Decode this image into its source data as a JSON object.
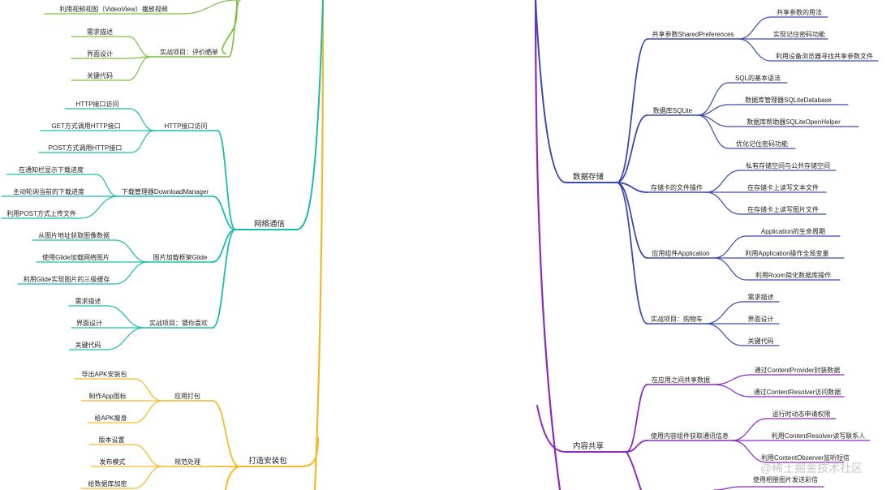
{
  "colors": {
    "network": "#19bdb0",
    "package": "#f6b826",
    "ui_green": "#79c23c",
    "storage": "#3b4ab0",
    "content": "#8a29c4"
  },
  "watermark": "@稀土掘金技术社区",
  "top_green": {
    "item": "利用视频视图（VideoView）播放视频",
    "project": {
      "label": "实战项目：评价晒单",
      "items": [
        "需求描述",
        "界面设计",
        "关键代码"
      ]
    }
  },
  "network": {
    "label": "网络通信",
    "groups": [
      {
        "label": "HTTP接口访问",
        "items": [
          "HTTP接口访问",
          "GET方式调用HTTP接口",
          "POST方式调用HTTP接口"
        ]
      },
      {
        "label": "下载管理器DownloadManager",
        "items": [
          "在通知栏显示下载进度",
          "主动轮询当前的下载进度",
          "利用POST方式上传文件"
        ]
      },
      {
        "label": "图片加载框架Glide",
        "items": [
          "从图片地址获取图像数据",
          "使用Glide加载网络图片",
          "利用Glide实现图片的三级缓存"
        ]
      },
      {
        "label": "实战项目：猜你喜欢",
        "items": [
          "需求描述",
          "界面设计",
          "关键代码"
        ]
      }
    ]
  },
  "package": {
    "label": "打造安装包",
    "groups": [
      {
        "label": "应用打包",
        "items": [
          "导出APK安装包",
          "制作App图标",
          "给APK瘦身"
        ]
      },
      {
        "label": "规范处理",
        "items": [
          "版本设置",
          "发布模式",
          "给数据库加密"
        ]
      }
    ]
  },
  "storage": {
    "label": "数据存储",
    "groups": [
      {
        "label": "共享参数SharedPreferences",
        "items": [
          "共享参数的用法",
          "实现记住密码功能",
          "利用设备浏览器寻找共享参数文件"
        ]
      },
      {
        "label": "数据库SQLite",
        "items": [
          "SQL的基本语法",
          "数据库管理器SQLiteDatabase",
          "数据库帮助器SQLiteOpenHelper",
          "优化记住密码功能"
        ]
      },
      {
        "label": "存储卡的文件操作",
        "items": [
          "私有存储空间与公共存储空间",
          "在存储卡上读写文本文件",
          "在存储卡上读写图片文件"
        ]
      },
      {
        "label": "应用组件Application",
        "items": [
          "Application的生命周期",
          "利用Application操作全局变量",
          "利用Room简化数据库操作"
        ]
      },
      {
        "label": "实战项目：购物车",
        "items": [
          "需求描述",
          "界面设计",
          "关键代码"
        ]
      }
    ]
  },
  "content": {
    "label": "内容共享",
    "groups": [
      {
        "label": "在应用之间共享数据",
        "items": [
          "通过ContentProvider封装数据",
          "通过ContentResolver访问数据"
        ]
      },
      {
        "label": "使用内容组件获取通讯信息",
        "items": [
          "运行时动态申请权限",
          "利用ContentResolver读写联系人",
          "利用ContentObserver监听短信"
        ]
      },
      {
        "label": "",
        "items": [
          "使用相册图片发送彩信"
        ]
      }
    ]
  }
}
